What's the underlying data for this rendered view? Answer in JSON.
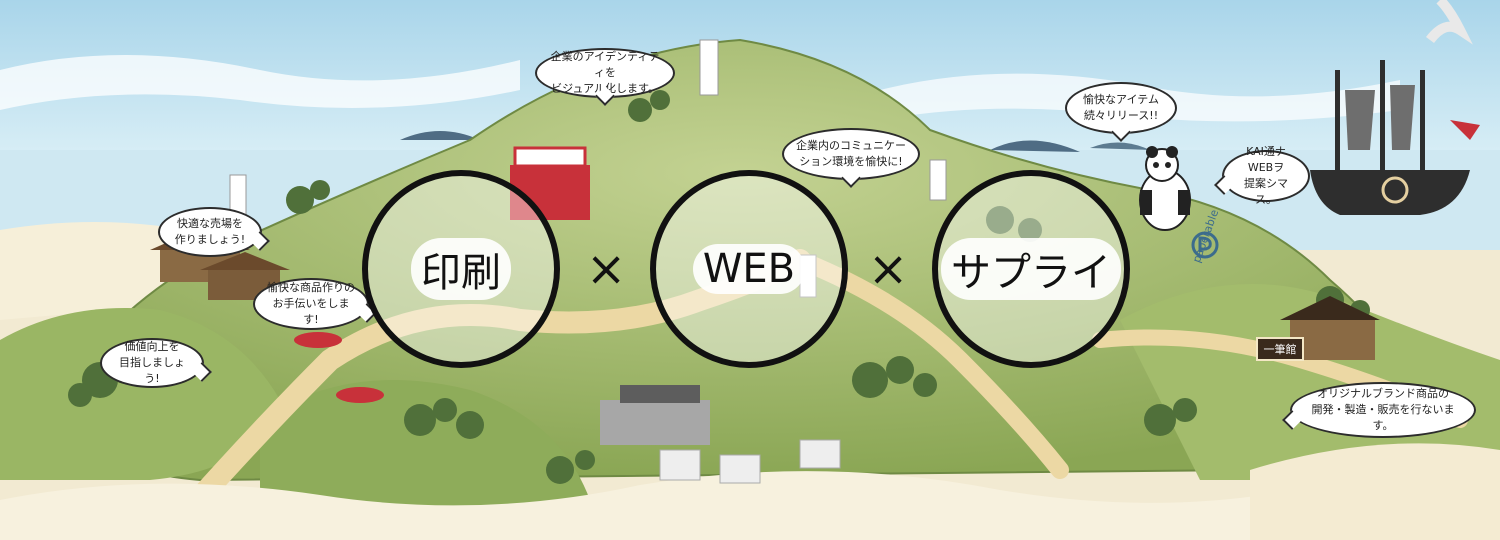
{
  "colors": {
    "sky": "#bfe0ee",
    "sea": "#d2ebf4",
    "hill_light": "#b9c98a",
    "hill_dark": "#7f9a4c",
    "tree": "#50703a",
    "path": "#ecd8a4",
    "accent_red": "#c8313a",
    "outline": "#111111"
  },
  "main_circles": [
    {
      "label": "印刷"
    },
    {
      "label": "WEB"
    },
    {
      "label": "サプライ"
    }
  ],
  "separators": [
    "×",
    "×"
  ],
  "bubbles": {
    "identity": "企業のアイデンティティを\nビジュアル化します。",
    "items": "愉快なアイテム\n続々リリース!!",
    "communication": "企業内のコミュニケー\nション環境を愉快に!",
    "web_proposal": "KAI通ナWEBヲ\n提案シマス。",
    "sales_floor": "快適な売場を\n作りましょう!",
    "product_making": "愉快な商品作りの\nお手伝いをします!",
    "value_up": "価値向上を\n目指しましょう!",
    "original_brand": "オリジナルブランド商品の\n開発・製造・販売を行ないます。"
  },
  "brand_logo": "paperable",
  "shop_sign": "一筆館"
}
